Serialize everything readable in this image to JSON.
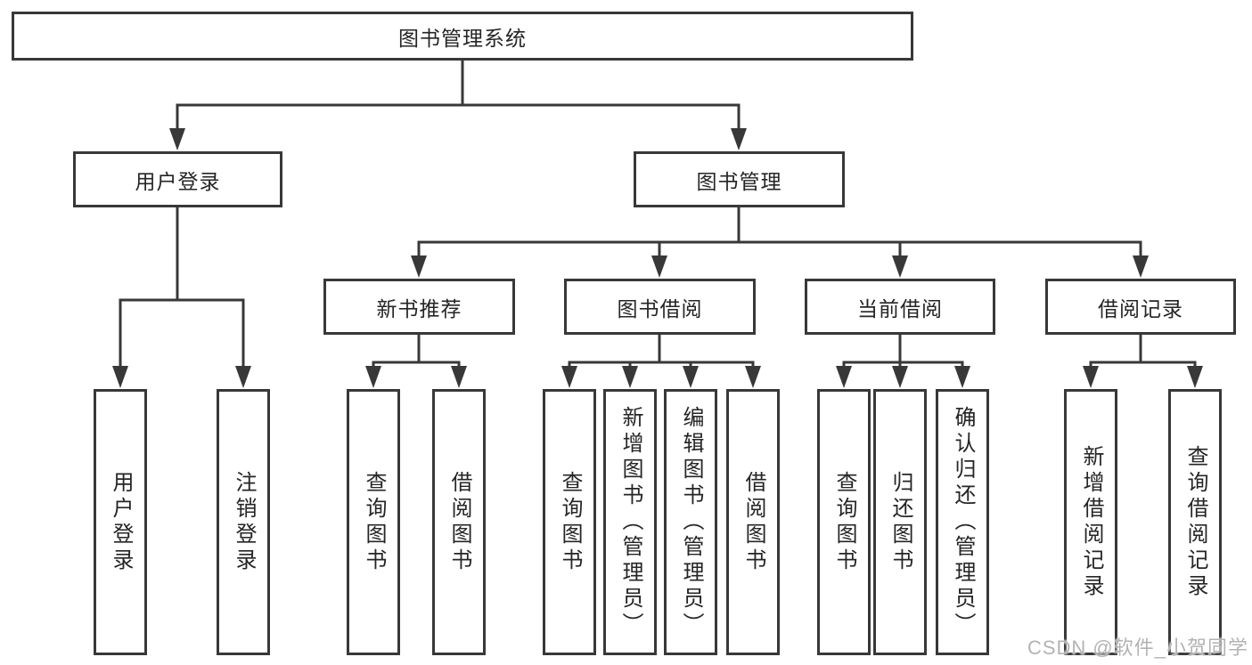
{
  "colors": {
    "line": "#383838",
    "text": "#252525",
    "watermark": "#b3b3b3",
    "background": "#ffffff"
  },
  "watermark": {
    "text": "CSDN @软件_小贺同学"
  },
  "tree": {
    "label": "图书管理系统",
    "children": [
      {
        "label": "用户登录",
        "children": [
          {
            "label": "用户登录"
          },
          {
            "label": "注销登录"
          }
        ]
      },
      {
        "label": "图书管理",
        "children": [
          {
            "label": "新书推荐",
            "children": [
              {
                "label": "查询图书"
              },
              {
                "label": "借阅图书"
              }
            ]
          },
          {
            "label": "图书借阅",
            "children": [
              {
                "label": "查询图书"
              },
              {
                "label": "新增图书（管理员）"
              },
              {
                "label": "编辑图书（管理员）"
              },
              {
                "label": "借阅图书"
              }
            ]
          },
          {
            "label": "当前借阅",
            "children": [
              {
                "label": "查询图书"
              },
              {
                "label": "归还图书"
              },
              {
                "label": "确认归还（管理员）"
              }
            ]
          },
          {
            "label": "借阅记录",
            "children": [
              {
                "label": "新增借阅记录"
              },
              {
                "label": "查询借阅记录"
              }
            ]
          }
        ]
      }
    ]
  }
}
